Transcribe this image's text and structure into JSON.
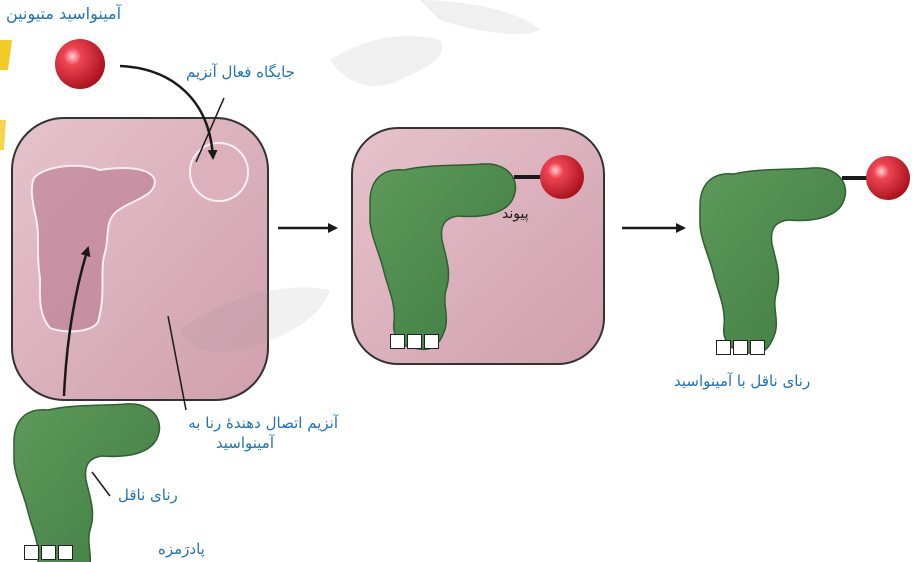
{
  "labels": {
    "methionine": "آمینواسید متیونین",
    "active_site": "جایگاه فعال آنزیم",
    "enzyme_line1": "آنزیم اتصال دهندهٔ رنا به",
    "enzyme_line2": "آمینواسید",
    "trna": "رنای ناقل",
    "anticodon": "پادرَمزه",
    "bond": "پیوند",
    "charged_trna": "رنای ناقل با آمینواسید"
  },
  "colors": {
    "label_blue": "#1f74b8",
    "enzyme_fill": "#d8aab8",
    "trna_green": "#4c8a4c",
    "amino_red": "#d42a36",
    "watermark": "#c9c9c9",
    "accent_yellow": "#f2c200"
  }
}
